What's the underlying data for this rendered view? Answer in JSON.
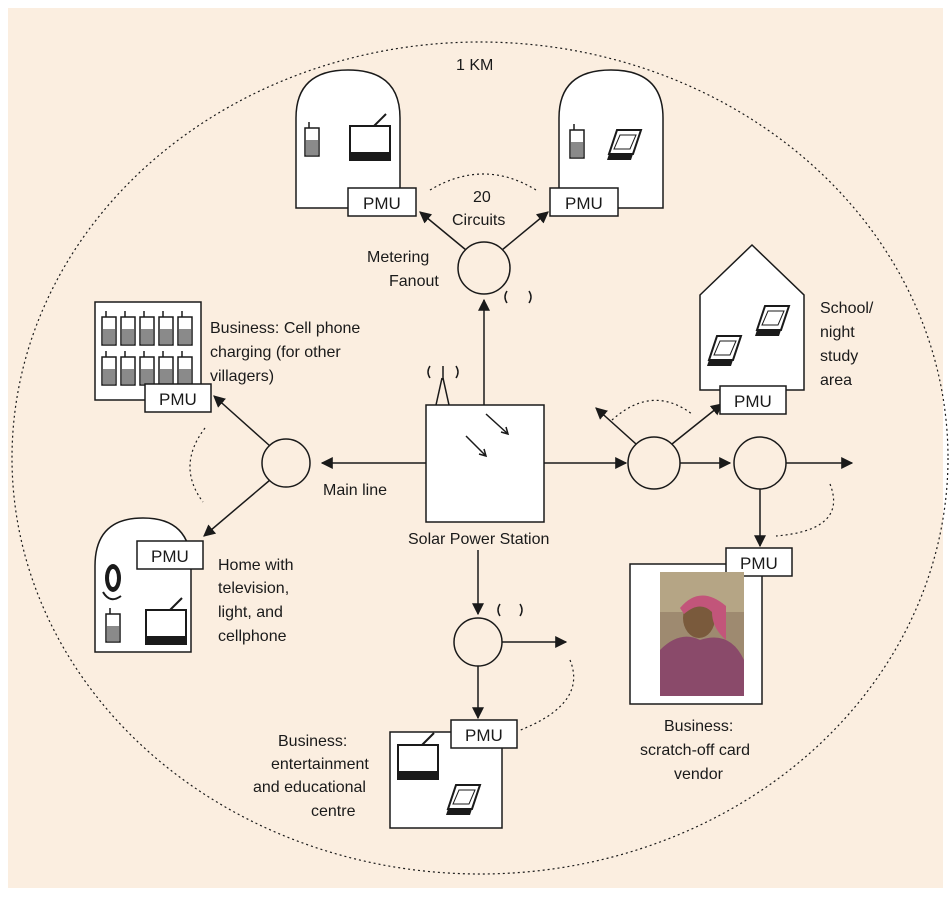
{
  "diagram": {
    "distance_label": "1 KM",
    "station_label": "Solar Power Station",
    "main_line_label": "Main line",
    "circuits_label": [
      "20",
      "Circuits"
    ],
    "metering_label": [
      "Metering",
      "Fanout"
    ],
    "pmu_label": "PMU",
    "cellphone_business_label": [
      "Business: Cell phone",
      "charging (for other",
      "villagers)"
    ],
    "home_label": [
      "Home with",
      "television,",
      "light, and",
      "cellphone"
    ],
    "entertainment_label": [
      "Business:",
      "entertainment",
      "and educational",
      "centre"
    ],
    "school_label": [
      "School/",
      "night",
      "study",
      "area"
    ],
    "vendor_label": [
      "Business:",
      "scratch-off card",
      "vendor"
    ],
    "colors": {
      "background": "#fbeee0",
      "line": "#1a1a1a",
      "phone_fill": "#8a8a8a",
      "white": "#ffffff"
    }
  }
}
